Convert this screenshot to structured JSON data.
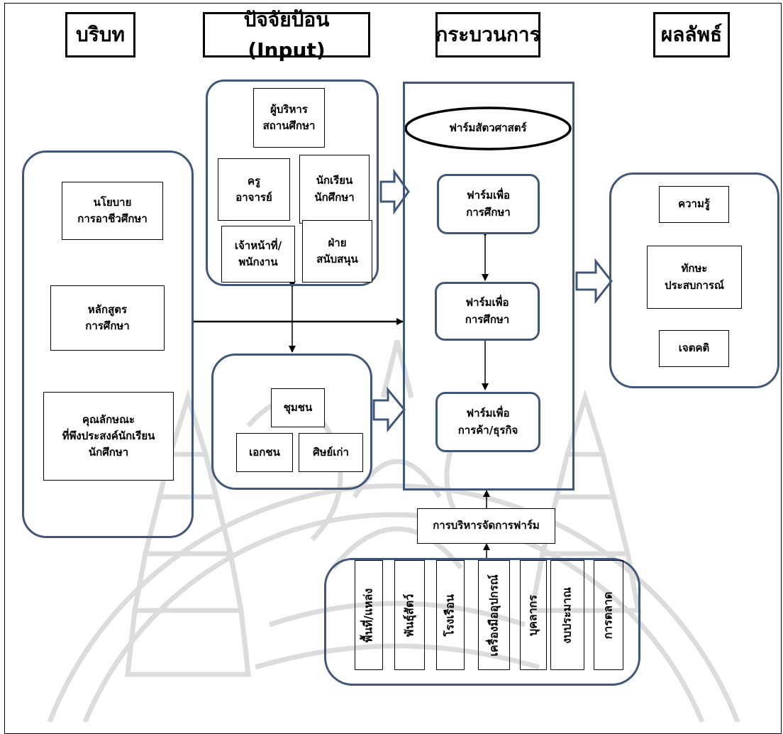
{
  "headers": {
    "context": "บริบท",
    "input": "ปัจจัยป้อน (Input)",
    "process": "กระบวนการ",
    "output": "ผลลัพธ์"
  },
  "context": {
    "policy": "นโยบาย\nการอาชีวศึกษา",
    "curriculum": "หลักสูตร\nการศึกษา",
    "traits": "คุณลักษณะ\nที่พึงประสงค์นักเรียน\nนักศึกษา"
  },
  "input_people": {
    "admin": "ผู้บริหาร\nสถานศึกษา",
    "teacher": "ครู\nอาจารย์",
    "student": "นักเรียน\nนักศึกษา",
    "staff": "เจ้าหน้าที่/\nพนักงาน",
    "support": "ฝ่าย\nสนับสนุน"
  },
  "input_community": {
    "community": "ชุมชน",
    "private": "เอกชน",
    "alumni": "ศิษย์เก่า"
  },
  "process": {
    "farm_title": "ฟาร์มสัตวศาสตร์",
    "farm_1": "ฟาร์มเพื่อ\nการศึกษา",
    "farm_2": "ฟาร์มเพื่อ\nการศึกษา",
    "farm_3": "ฟาร์มเพื่อ\nการค้า/ธุรกิจ"
  },
  "management": {
    "label": "การบริหารจัดการฟาร์ม",
    "factors": [
      "พื้นที่/แหล่ง",
      "พันธุ์สัตว์",
      "โรงเรือน",
      "เครื่องมืออุปกรณ์",
      "บุคลากร",
      "งบประมาณ",
      "การตลาด"
    ]
  },
  "output": {
    "knowledge": "ความรู้",
    "skills": "ทักษะ\nประสบการณ์",
    "attitude": "เจตคติ"
  },
  "colors": {
    "panel_border": "#41577a",
    "watermark": "#dcdcdc"
  }
}
